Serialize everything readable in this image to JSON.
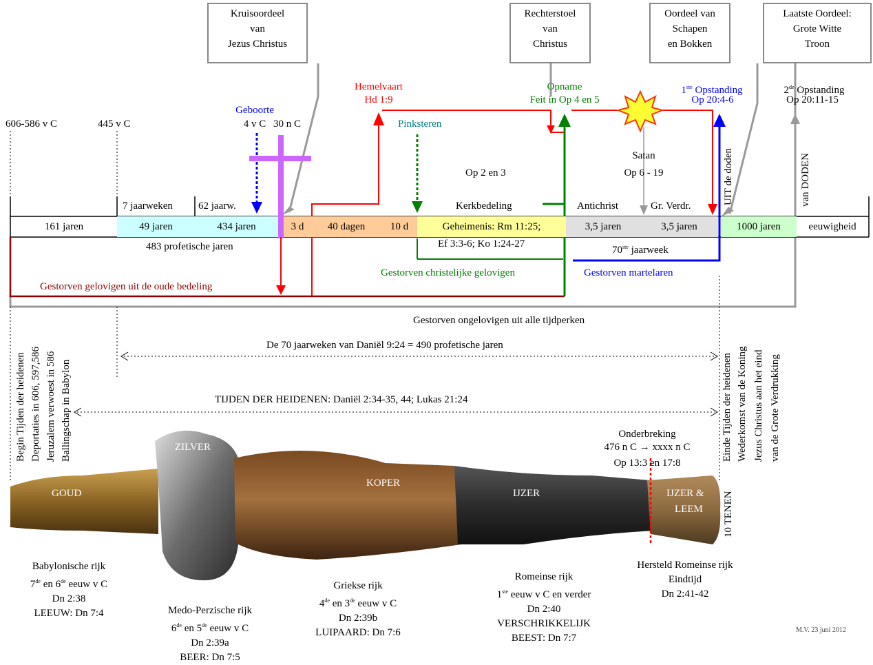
{
  "boxes": {
    "cross": [
      "Kruisoordeel",
      "van",
      "Jezus Christus"
    ],
    "judgment_seat": [
      "Rechterstoel",
      "van",
      "Christus"
    ],
    "sheep_goats": [
      "Oordeel van",
      "Schapen",
      "en Bokken"
    ],
    "last_judgment": [
      "Laatste Oordeel:",
      "Grote Witte",
      "Troon"
    ]
  },
  "top_labels": {
    "year_606": "606-586 v C",
    "year_445": "445 v C",
    "birth": "Geboorte",
    "birth_year": "4 v C",
    "year_30": "30 n C",
    "ascension": "Hemelvaart",
    "ascension_ref": "Hd 1:9",
    "pentecost": "Pinksteren",
    "rapture": "Opname",
    "rapture_ref": "Feit in Op 4 en 5",
    "first_res": "1ste Opstanding",
    "first_res_ref": "Op 20:4-6",
    "second_res": "2de Opstanding",
    "second_res_ref": "Op 20:11-15",
    "op2_3": "Op 2 en 3",
    "satan": "Satan",
    "satan_ref": "Op 6 - 19",
    "uit_de_doden": "UIT de doden",
    "van_doden": "van DODEN"
  },
  "timeline_upper": {
    "weeks7": "7 jaarweken",
    "weeks62": "62 jaarw.",
    "church_age": "Kerkbedeling",
    "antichrist": "Antichrist",
    "great_trib": "Gr. Verdr."
  },
  "timeline_segments": [
    {
      "label": "161 jaren",
      "color": "#ffffff"
    },
    {
      "label": "49 jaren",
      "color": "#ccffff"
    },
    {
      "label": "434 jaren",
      "color": "#ccffff"
    },
    {
      "label": "3 d",
      "color": "#ffcc99"
    },
    {
      "label": "40 dagen",
      "color": "#ffcc99"
    },
    {
      "label": "10 d",
      "color": "#ffcc99"
    },
    {
      "label": "Geheimenis: Rm 11:25;",
      "color": "#ffff99"
    },
    {
      "label": "3,5 jaren",
      "color": "#e0e0e0"
    },
    {
      "label": "3,5 jaren",
      "color": "#e0e0e0"
    },
    {
      "label": "1000 jaren",
      "color": "#ccffcc"
    },
    {
      "label": "eeuwigheid",
      "color": "#ffffff"
    }
  ],
  "below_timeline": {
    "prophetic483": "483 profetische jaren",
    "mystery_line2": "Ef 3:3-6; Ko 1:24-27",
    "week70": "70ste jaarweek",
    "dead_believers": "Gestorven christelijke gelovigen",
    "dead_martyrs": "Gestorven martelaren",
    "dead_old": "Gestorven gelovigen uit de oude bedeling",
    "dead_unbelievers": "Gestorven ongelovigen uit alle tijdperken",
    "daniel70": "De 70 jaarweken van Daniël 9:24 = 490 profetische jaren",
    "times_gentiles": "TIJDEN DER HEIDENEN: Daniël 2:34-35, 44; Lukas 21:24"
  },
  "left_vertical": [
    "Begin Tijden der heidenen",
    "Deportaties in 606, 597,586",
    "Jeruzalem verwoest in 586",
    "Ballingschap in Babylon"
  ],
  "right_vertical": [
    "Einde Tijden der heidenen",
    "Wederkomst van de Koning",
    "Jezus Christus aan het eind",
    "van de Grote Verdrukking"
  ],
  "statue": {
    "gold": "GOUD",
    "silver": "ZILVER",
    "copper": "KOPER",
    "iron": "IJZER",
    "iron_clay_1": "IJZER &",
    "iron_clay_2": "LEEM",
    "ten_toes": "10 TENEN",
    "interruption": [
      "Onderbreking",
      "476 n C → xxxx n C",
      "Op 13:3 en 17:8"
    ]
  },
  "kingdoms": {
    "babylon": [
      "Babylonische rijk",
      "7de en 6de eeuw v C",
      "Dn 2:38",
      "LEEUW: Dn 7:4"
    ],
    "medo_persia": [
      "Medo-Perzische rijk",
      "6de en 5de eeuw v C",
      "Dn 2:39a",
      "BEER: Dn 7:5"
    ],
    "greece": [
      "Griekse rijk",
      "4de en 3de eeuw v C",
      "Dn 2:39b",
      "LUIPAARD: Dn 7:6"
    ],
    "rome": [
      "Romeinse rijk",
      "1ste eeuw v C en verder",
      "Dn 2:40",
      "VERSCHRIKKELIJK",
      "BEEST: Dn 7:7"
    ],
    "restored_rome": [
      "Hersteld Romeinse rijk",
      "Eindtijd",
      "Dn 2:41-42"
    ]
  },
  "footer": "M.V. 23 juni 2012",
  "colors": {
    "red": "#ff0000",
    "dark_red": "#8b0000",
    "green": "#008000",
    "blue": "#0000ff",
    "teal": "#008080",
    "purple": "#cc66ff",
    "grey": "#999999"
  }
}
